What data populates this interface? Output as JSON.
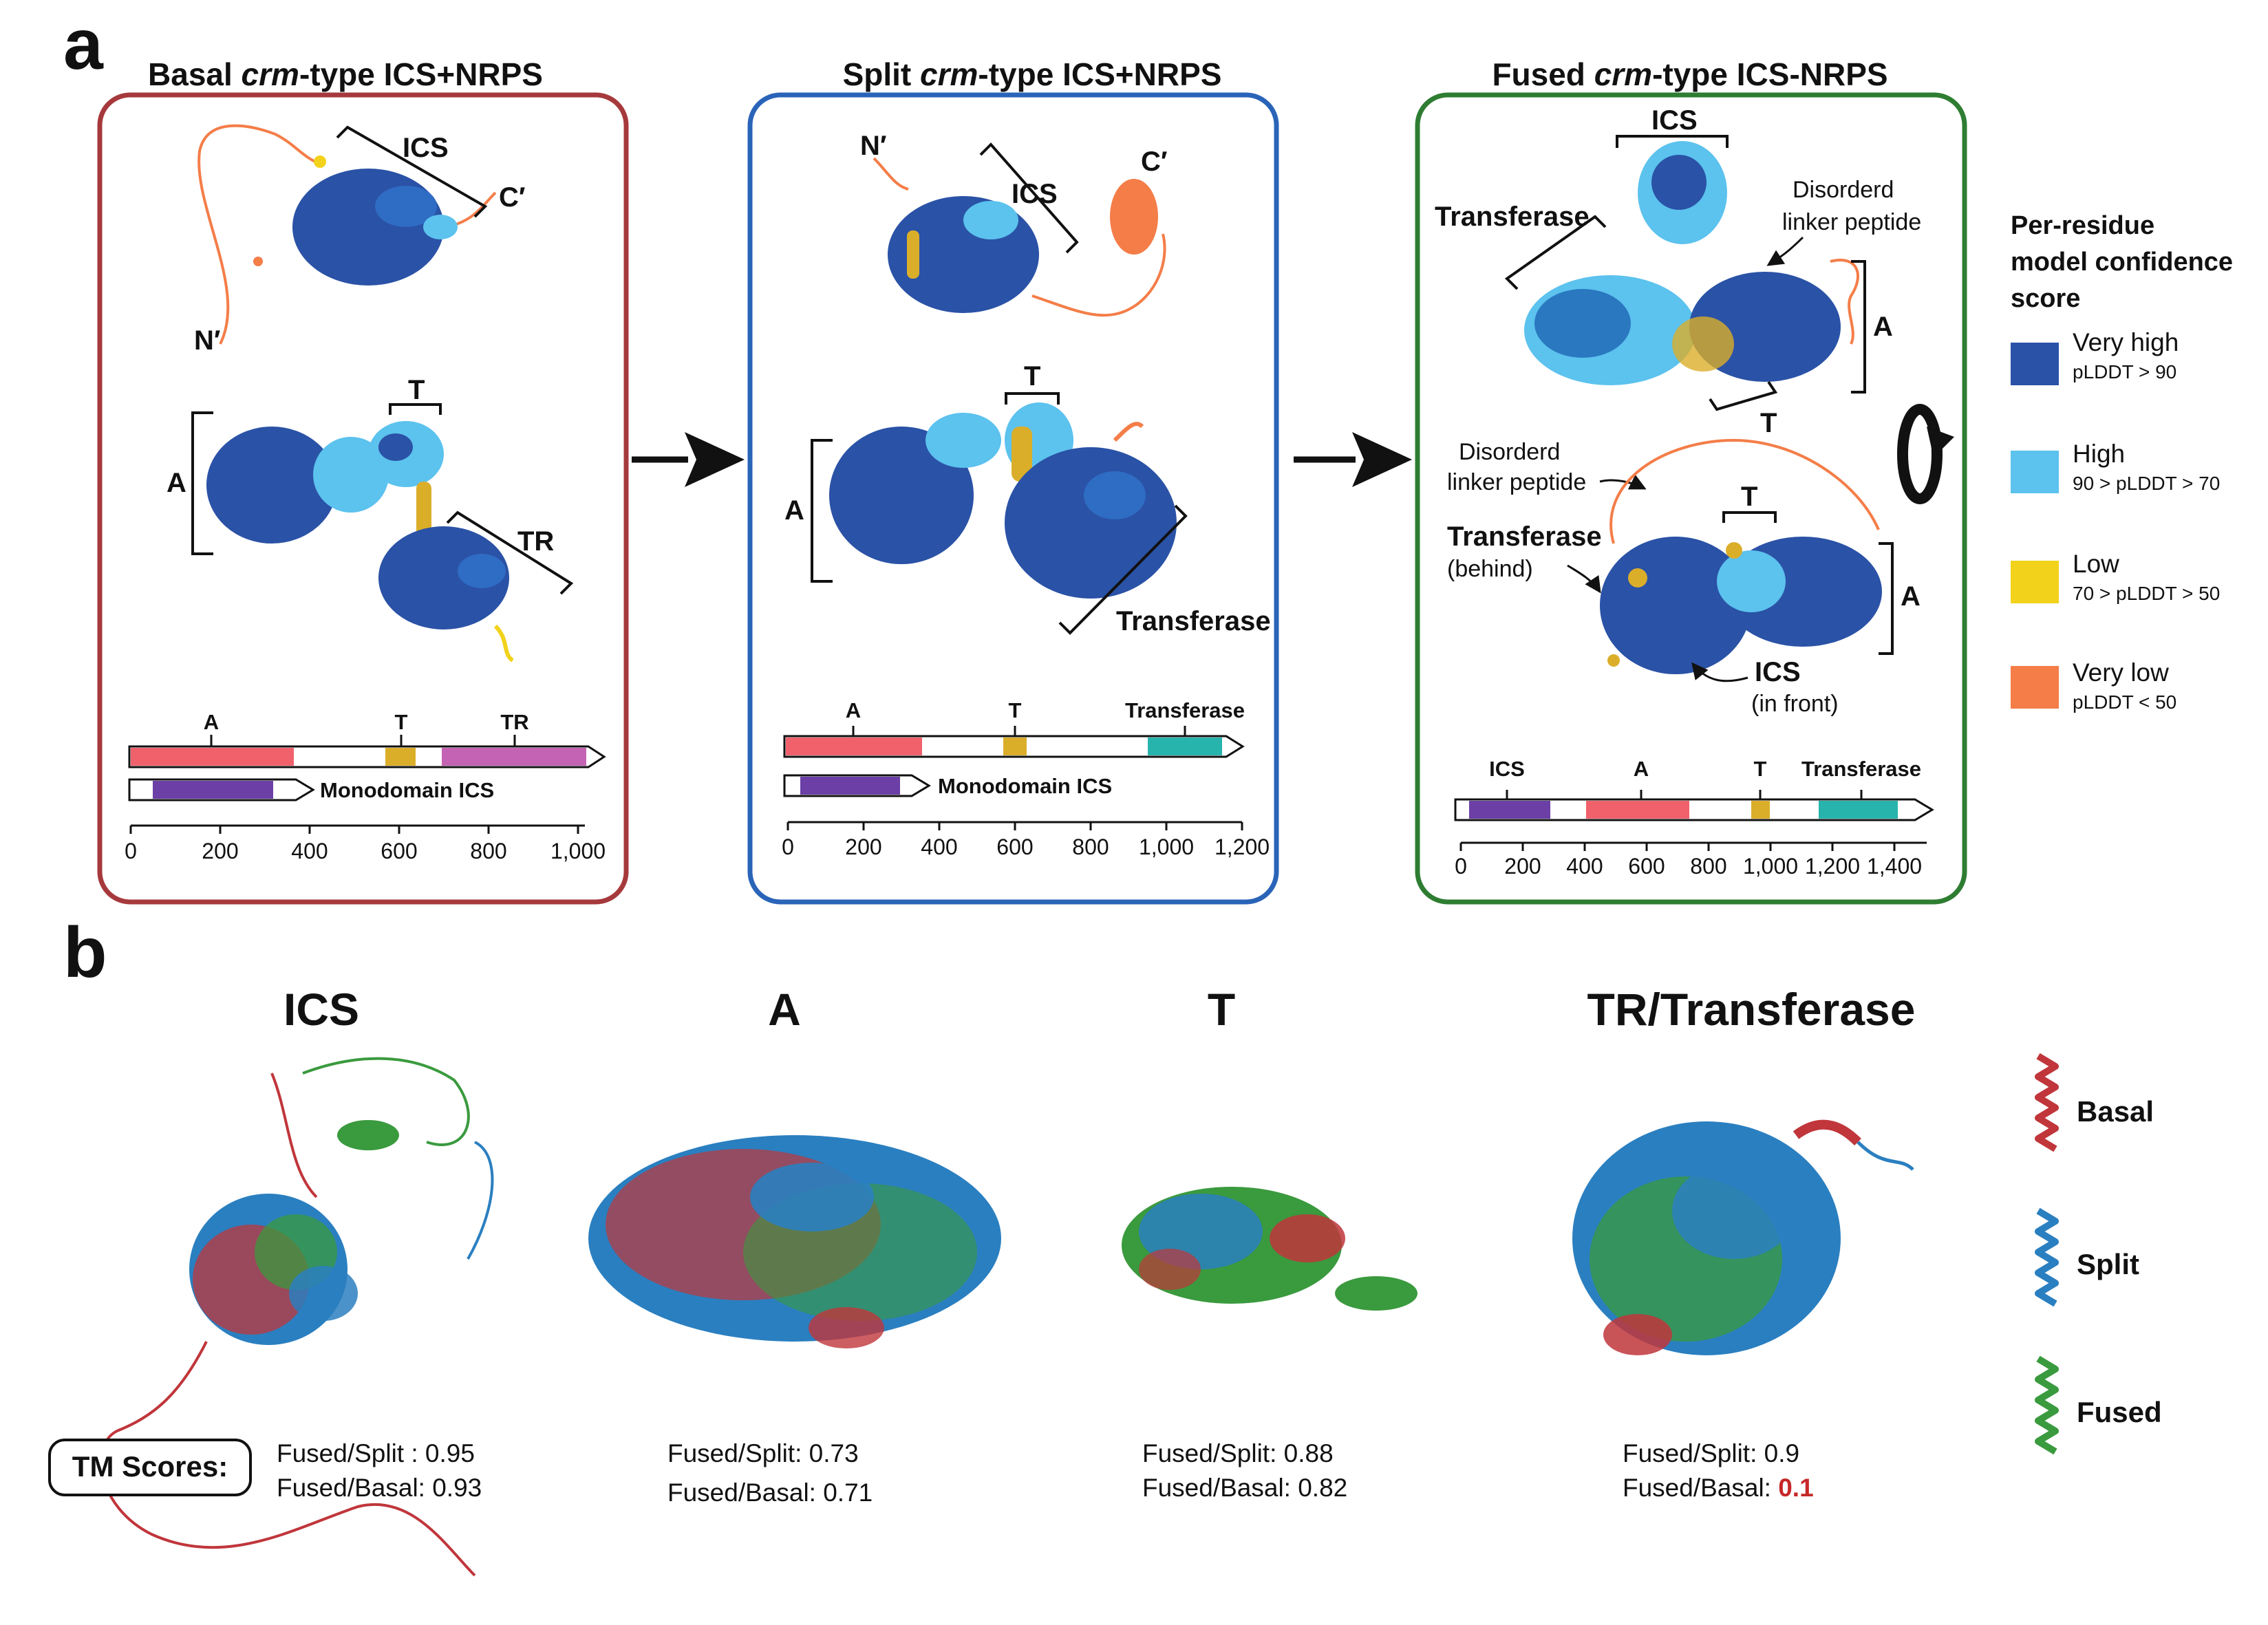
{
  "panel_a": {
    "letter": "a",
    "panels": [
      {
        "id": "basal",
        "title_pre": "Basal ",
        "title_italic": "crm",
        "title_post": "-type ICS+NRPS",
        "border_color": "#a6393c",
        "structure_labels": [
          "ICS",
          "C′",
          "N′",
          "A",
          "T",
          "TR"
        ],
        "track_main_labels": [
          "A",
          "T",
          "TR"
        ],
        "track_second_label": "Monodomain ICS",
        "axis_ticks": [
          "0",
          "200",
          "400",
          "600",
          "800",
          "1,000"
        ]
      },
      {
        "id": "split",
        "title_pre": "Split ",
        "title_italic": "crm",
        "title_post": "-type ICS+NRPS",
        "border_color": "#2a64b8",
        "structure_labels": [
          "N′",
          "ICS",
          "C′",
          "T",
          "A",
          "Transferase"
        ],
        "track_main_labels": [
          "A",
          "T",
          "Transferase"
        ],
        "track_second_label": "Monodomain ICS",
        "axis_ticks": [
          "0",
          "200",
          "400",
          "600",
          "800",
          "1,000",
          "1,200"
        ]
      },
      {
        "id": "fused",
        "title_pre": "Fused ",
        "title_italic": "crm",
        "title_post": "-type ICS-NRPS",
        "border_color": "#2e7d32",
        "structure_labels": [
          "ICS",
          "Transferase",
          "Disorderd",
          "linker peptide",
          "A",
          "T",
          "Disorderd",
          "linker peptide",
          "Transferase",
          "(behind)",
          "A",
          "ICS",
          "(in front)"
        ],
        "track_main_labels": [
          "ICS",
          "A",
          "T",
          "Transferase"
        ],
        "axis_ticks": [
          "0",
          "200",
          "400",
          "600",
          "800",
          "1,000",
          "1,200",
          "1,400"
        ]
      }
    ],
    "legend": {
      "title_lines": [
        "Per-residue",
        "model confidence",
        "score"
      ],
      "items": [
        {
          "name": "Very high",
          "sub": "pLDDT > 90",
          "color": "#2a52a6"
        },
        {
          "name": "High",
          "sub": "90 > pLDDT > 70",
          "color": "#5cc2ee"
        },
        {
          "name": "Low",
          "sub": "70 > pLDDT > 50",
          "color": "#f2d21b"
        },
        {
          "name": "Very low",
          "sub": "pLDDT < 50",
          "color": "#f47d48"
        }
      ]
    },
    "track_colors": {
      "A": "#f0616b",
      "T": "#dbae2a",
      "TR": "#c463b4",
      "ICS": "#6b3fa6",
      "Transferase": "#27b4ad"
    }
  },
  "panel_b": {
    "letter": "b",
    "columns": [
      {
        "title": "ICS",
        "lines": [
          "Fused/Split : 0.95",
          "Fused/Basal: 0.93"
        ],
        "highlight": ""
      },
      {
        "title": "A",
        "lines": [
          "Fused/Split: 0.73",
          "Fused/Basal: 0.71"
        ],
        "highlight": ""
      },
      {
        "title": "T",
        "lines": [
          "Fused/Split: 0.88",
          "Fused/Basal: 0.82"
        ],
        "highlight": ""
      },
      {
        "title": "TR/Transferase",
        "lines": [
          "Fused/Split: 0.9",
          "Fused/Basal: "
        ],
        "highlight": "0.1"
      }
    ],
    "tm_label": "TM Scores:",
    "highlight_color": "#c62828",
    "legend": [
      {
        "name": "Basal",
        "color": "#c0363b"
      },
      {
        "name": "Split",
        "color": "#2a7fc0"
      },
      {
        "name": "Fused",
        "color": "#3a9a3e"
      }
    ]
  }
}
